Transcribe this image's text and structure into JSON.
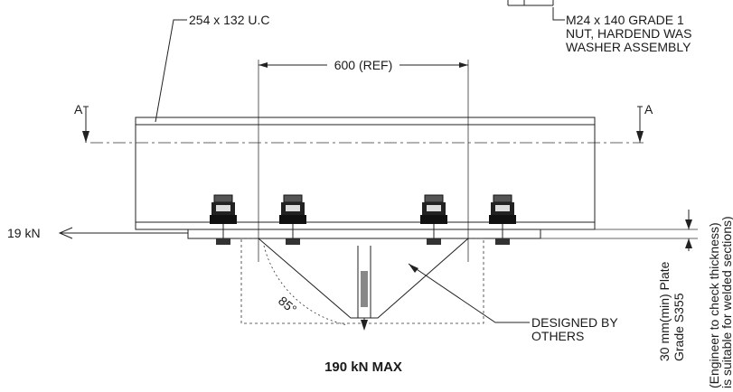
{
  "labels": {
    "section": "254 x 132 U.C",
    "bolt_line1": "M24 x 140 GRADE 1",
    "bolt_line2": "NUT, HARDEND WAS",
    "bolt_line3": "WASHER ASSEMBLY",
    "dimension": "600 (REF)",
    "section_mark": "A",
    "horizontal_load": "19 kN",
    "angle": "85°",
    "designed_line1": "DESIGNED BY",
    "designed_line2": "OTHERS",
    "vertical_load": "190 kN MAX",
    "plate_line1": "30 mm(min) Plate",
    "plate_line2": "Grade S355",
    "note_line1": "(Engineer to check thickness)",
    "note_line2": "is suitable for welded sections)"
  },
  "colors": {
    "line": "#222222",
    "text": "#1a1a1a",
    "background": "#ffffff"
  }
}
